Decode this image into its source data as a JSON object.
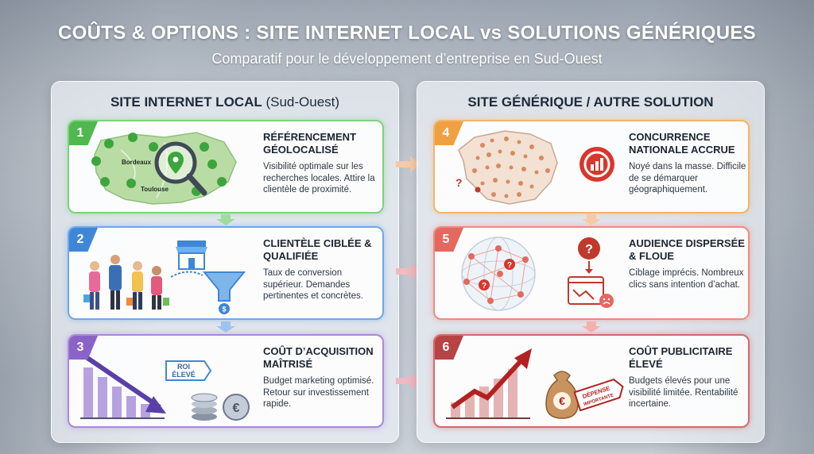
{
  "header": {
    "title": "COÛTS & OPTIONS : SITE INTERNET LOCAL vs SOLUTIONS GÉNÉRIQUES",
    "subtitle": "Comparatif pour le développement d’entreprise en Sud-Ouest"
  },
  "left_panel": {
    "title_bold": "SITE INTERNET LOCAL",
    "title_normal": " (Sud-Ouest)",
    "cards": [
      {
        "number": "1",
        "title": "RÉFÉRENCEMENT GÉOLOCALISÉ",
        "description": "Visibilité optimale sur les recherches locales. Attire la clientèle de proximité.",
        "map_labels": [
          "Bordeaux",
          "Toulouse"
        ]
      },
      {
        "number": "2",
        "title": "CLIENTÈLE CIBLÉE & QUALIFIÉE",
        "description": "Taux de conversion supérieur. Demandes pertinentes et concrètes."
      },
      {
        "number": "3",
        "title": "COÛT D’ACQUISITION MAÎTRISÉ",
        "description": "Budget marketing optimisé. Retour sur investissement rapide.",
        "tag_line1": "ROI",
        "tag_line2": "ÉLEVÉ"
      }
    ]
  },
  "right_panel": {
    "title": "SITE GÉNÉRIQUE / AUTRE SOLUTION",
    "cards": [
      {
        "number": "4",
        "title": "CONCURRENCE NATIONALE ACCRUE",
        "description": "Noyé dans la masse. Difficile de se démarquer géographiquement."
      },
      {
        "number": "5",
        "title": "AUDIENCE DISPERSÉE & FLOUE",
        "description": "Ciblage imprécis. Nombreux clics sans intention d’achat."
      },
      {
        "number": "6",
        "title": "COÛT PUBLICITAIRE ÉLEVÉ",
        "description": "Budgets élevés pour une visibilité limitée. Rentabilité incertaine.",
        "tag_line1": "DÉPENSE",
        "tag_line2": "IMPORTANTE"
      }
    ]
  },
  "colors": {
    "green": "#4fb84f",
    "blue": "#3f87d6",
    "purple": "#8a63c8",
    "orange": "#f0a040",
    "salmon": "#e4685e",
    "red": "#b64444"
  }
}
